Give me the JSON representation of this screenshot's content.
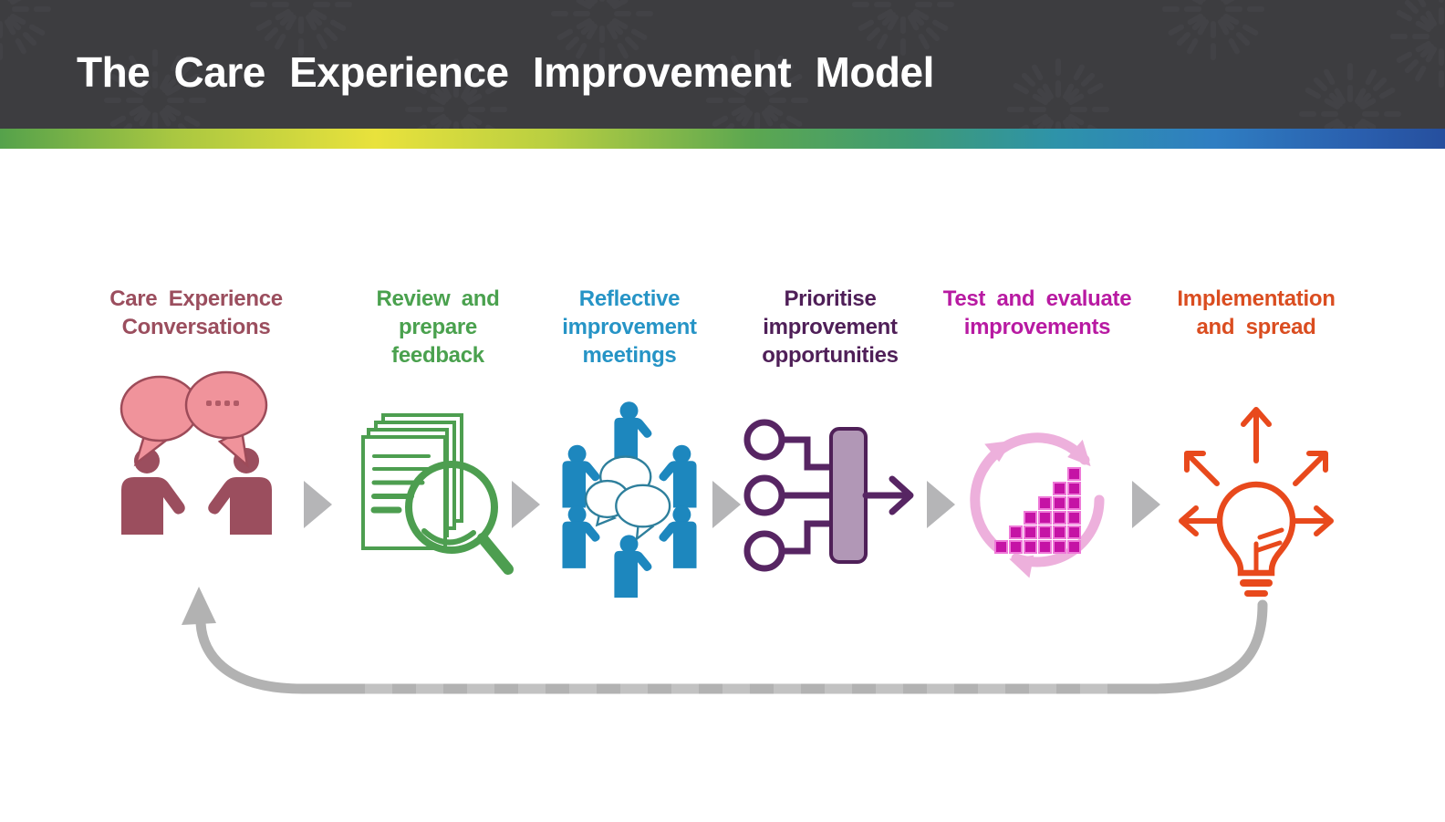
{
  "header": {
    "title": "The Care Experience Improvement Model",
    "background_color": "#3d3d40",
    "pattern": "starburst-pattern",
    "gradient_colors": [
      "#55a24b",
      "#e9e23c",
      "#5ca750",
      "#2e93a9",
      "#2f7ec2",
      "#264f9e"
    ]
  },
  "stages": [
    {
      "label": "Care Experience Conversations",
      "color": "#9b4e5e",
      "icon": "conversation-people-icon",
      "icon_colors": {
        "bubble_fill": "#f0939b",
        "outline": "#9b4e5e"
      }
    },
    {
      "label": "Review and prepare feedback",
      "color": "#4aa14e",
      "icon": "documents-magnifier-icon",
      "icon_colors": {
        "stroke": "#4d9e50"
      }
    },
    {
      "label": "Reflective improvement meetings",
      "color": "#2694c6",
      "icon": "meeting-people-icon",
      "icon_colors": {
        "people_fill": "#1d87be",
        "bubble_stroke": "#2e7f9c"
      }
    },
    {
      "label": "Prioritise improvement opportunities",
      "color": "#4f1f58",
      "icon": "prioritisation-flow-icon",
      "icon_colors": {
        "stroke": "#572563",
        "bar_fill": "#b197b6"
      }
    },
    {
      "label": "Test and evaluate improvements",
      "color": "#b81aa2",
      "icon": "test-cycle-chart-icon",
      "icon_colors": {
        "cycle_arrows": "#edb0dc",
        "chart_squares": "#c513a5"
      }
    },
    {
      "label": "Implementation and spread",
      "color": "#da4d20",
      "icon": "lightbulb-spread-icon",
      "icon_colors": {
        "stroke": "#e8491c"
      }
    }
  ],
  "connectors": {
    "count": 5,
    "shape": "right-pointing triangle",
    "color": "#b5b5b7"
  },
  "loop_arrow": {
    "color": "#b2b2b2",
    "from": "Implementation and spread",
    "to": "Care Experience Conversations",
    "direction": "returns along the bottom, arrowhead pointing up at first stage"
  }
}
